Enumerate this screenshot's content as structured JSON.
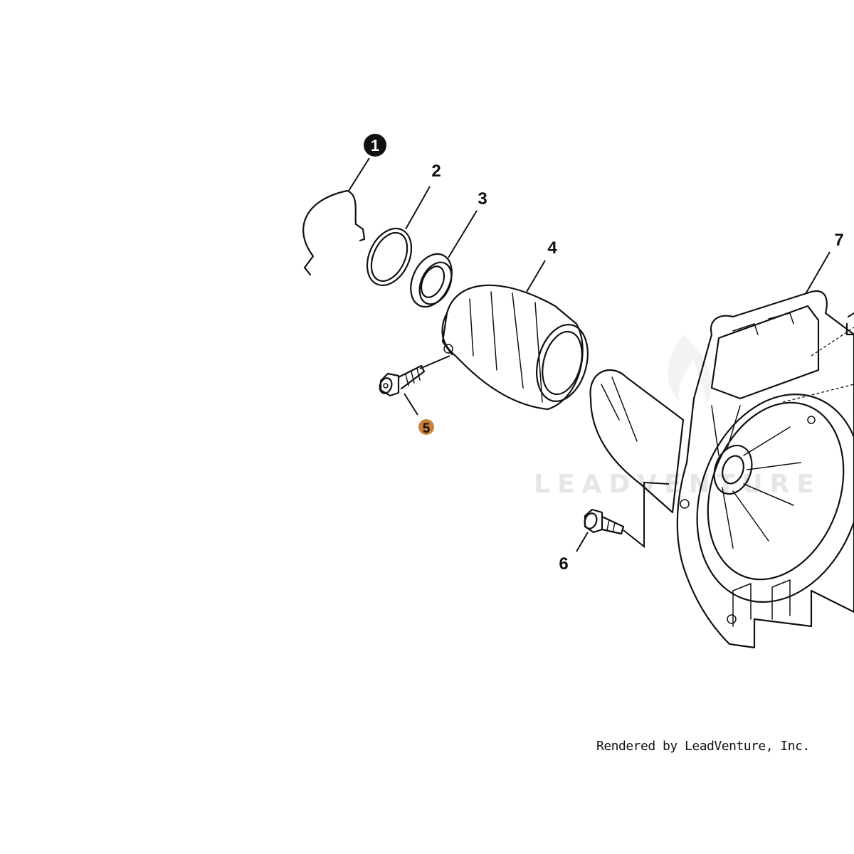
{
  "diagram": {
    "callouts": [
      {
        "id": "1",
        "label": "1",
        "style": "filled-black"
      },
      {
        "id": "2",
        "label": "2",
        "style": "plain"
      },
      {
        "id": "3",
        "label": "3",
        "style": "plain"
      },
      {
        "id": "4",
        "label": "4",
        "style": "plain"
      },
      {
        "id": "5",
        "label": "5",
        "style": "highlighted"
      },
      {
        "id": "6",
        "label": "6",
        "style": "plain"
      },
      {
        "id": "7",
        "label": "7",
        "style": "plain"
      }
    ],
    "highlight_color": "#c8803c",
    "badge_color": "#111111",
    "watermark": "LEADVENTURE"
  },
  "footer": {
    "credit": "Rendered by LeadVenture, Inc."
  }
}
